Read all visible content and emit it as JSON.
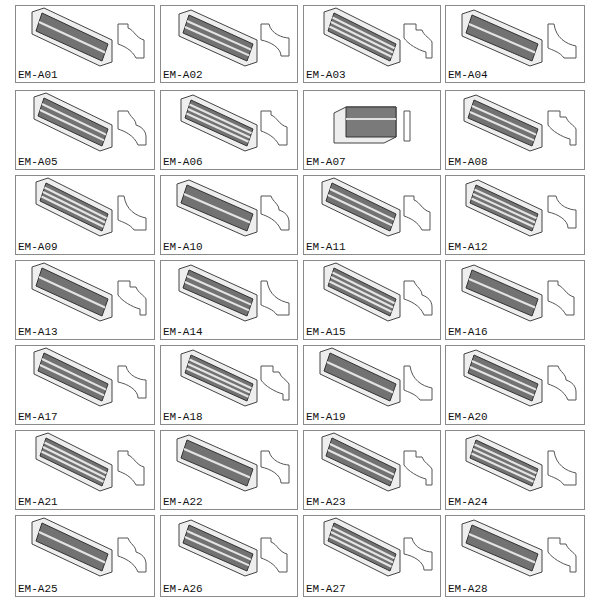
{
  "diagram": {
    "nodes": [
      {
        "text": [
          "EM-A01"
        ]
      },
      {
        "text": [
          "EM-A02"
        ]
      },
      {
        "text": [
          "EM-A03"
        ]
      },
      {
        "text": [
          "EM-A04"
        ]
      },
      {
        "text": [
          "EM-A05"
        ]
      },
      {
        "text": [
          "EM-A06"
        ]
      },
      {
        "text": [
          "EM-A07"
        ]
      },
      {
        "text": [
          "EM-A08"
        ]
      },
      {
        "text": [
          "EM-A09"
        ]
      },
      {
        "text": [
          "EM-A10"
        ]
      },
      {
        "text": [
          "EM-A11"
        ]
      },
      {
        "text": [
          "EM-A12"
        ]
      },
      {
        "text": [
          "EM-A13"
        ]
      },
      {
        "text": [
          "EM-A14"
        ]
      },
      {
        "text": [
          "EM-A15"
        ]
      },
      {
        "text": [
          "EM-A16"
        ]
      },
      {
        "text": [
          "EM-A17"
        ]
      },
      {
        "text": [
          "EM-A18"
        ]
      },
      {
        "text": [
          "EM-A19"
        ]
      },
      {
        "text": [
          "EM-A20"
        ]
      },
      {
        "text": [
          "EM-A21"
        ]
      },
      {
        "text": [
          "EM-A22"
        ]
      },
      {
        "text": [
          "EM-A23"
        ]
      },
      {
        "text": [
          "EM-A24"
        ]
      },
      {
        "text": [
          "EM-A25"
        ]
      },
      {
        "text": [
          "EM-A26"
        ]
      },
      {
        "text": [
          "EM-A27"
        ]
      },
      {
        "text": [
          "EM-A28"
        ]
      }
    ]
  }
}
